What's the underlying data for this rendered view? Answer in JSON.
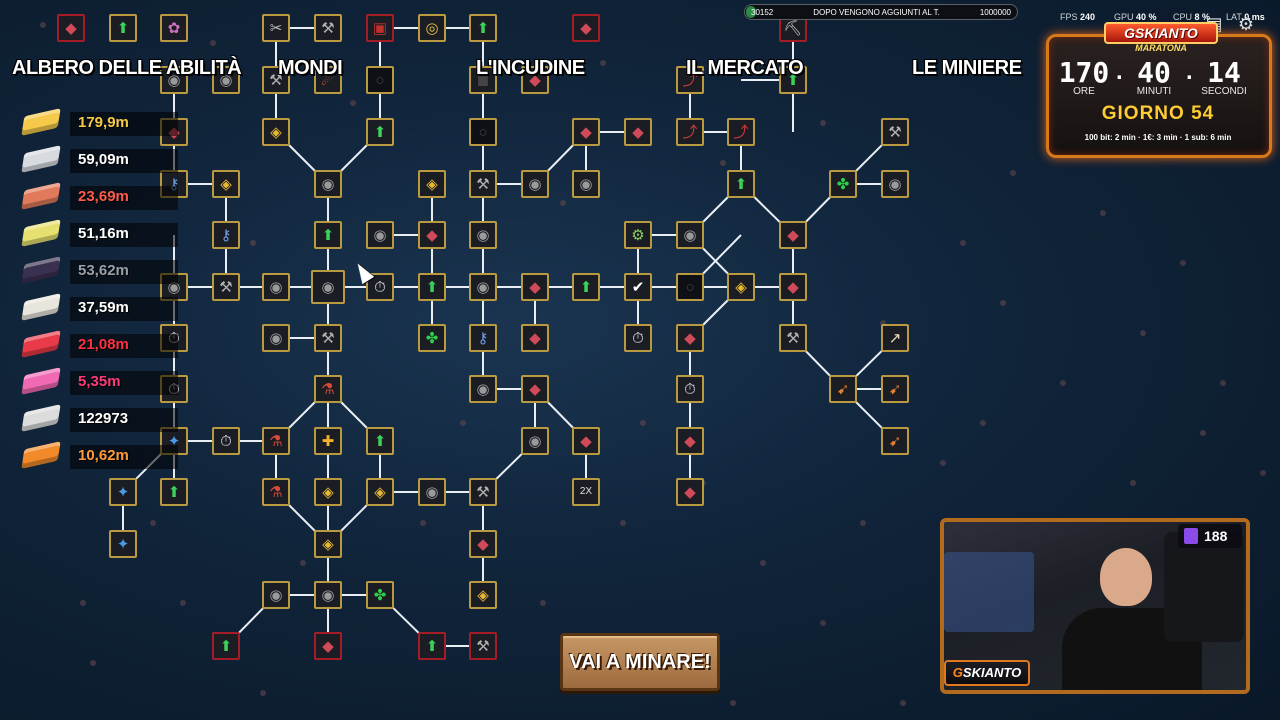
{
  "tabs": [
    {
      "label": "ALBERO DELLE ABILITÀ"
    },
    {
      "label": "MONDI"
    },
    {
      "label": "L'INCUDINE"
    },
    {
      "label": "IL MERCATO"
    },
    {
      "label": "LE MINIERE"
    }
  ],
  "resources": [
    {
      "name": "gold",
      "value": "179,9m",
      "color": "#f5c94a",
      "text_color": "#f7c948"
    },
    {
      "name": "silver",
      "value": "59,09m",
      "color": "#d7dbe0",
      "text_color": "#ffffff"
    },
    {
      "name": "copper",
      "value": "23,69m",
      "color": "#e07a5a",
      "text_color": "#ff5a4a"
    },
    {
      "name": "brass",
      "value": "51,16m",
      "color": "#e6e070",
      "text_color": "#ffffff"
    },
    {
      "name": "obsidian",
      "value": "53,62m",
      "color": "#3a3050",
      "text_color": "#9aa0a8"
    },
    {
      "name": "platinum",
      "value": "37,59m",
      "color": "#e8e6dc",
      "text_color": "#ffffff"
    },
    {
      "name": "ruby",
      "value": "21,08m",
      "color": "#e83a48",
      "text_color": "#ff3040"
    },
    {
      "name": "rose",
      "value": "5,35m",
      "color": "#ef6ab2",
      "text_color": "#ff3a7a"
    },
    {
      "name": "meteorite",
      "value": "122973",
      "color": "#dcdcdc",
      "text_color": "#ffffff"
    },
    {
      "name": "amber",
      "value": "10,62m",
      "color": "#f28a2a",
      "text_color": "#ff9a3a"
    }
  ],
  "progress_bar": {
    "left_value": "30152",
    "center_text": "DOPO VENGONO AGGIUNTI AL T.",
    "right_value": "1000000",
    "fill_fraction": 0.03
  },
  "stats": {
    "fps_label": "FPS",
    "fps_value": "240",
    "gpu_label": "GPU",
    "gpu_value": "40 %",
    "cpu_label": "CPU",
    "cpu_value": "8 %",
    "lat_label": "LAT",
    "lat_value": "0 ms"
  },
  "timer": {
    "brand": "GSKIANTO",
    "subtitle": "MARATONA",
    "hours": "170",
    "minutes": "40",
    "seconds": "14",
    "hours_label": "ORE",
    "minutes_label": "MINUTI",
    "seconds_label": "SECONDI",
    "day": "GIORNO 54",
    "info": "100 bit: 2 min · 1€: 3 min · 1 sub: 6 min"
  },
  "webcam": {
    "viewer_count": "188",
    "logo_g": "G",
    "logo_rest": "SKIANTO"
  },
  "mine_button": {
    "label": "VAI A MINARE!"
  },
  "colors": {
    "node_border": "#b99a40",
    "node_border_locked": "#a31c26",
    "background": "#10243a",
    "timer_border": "#d67a1a"
  }
}
